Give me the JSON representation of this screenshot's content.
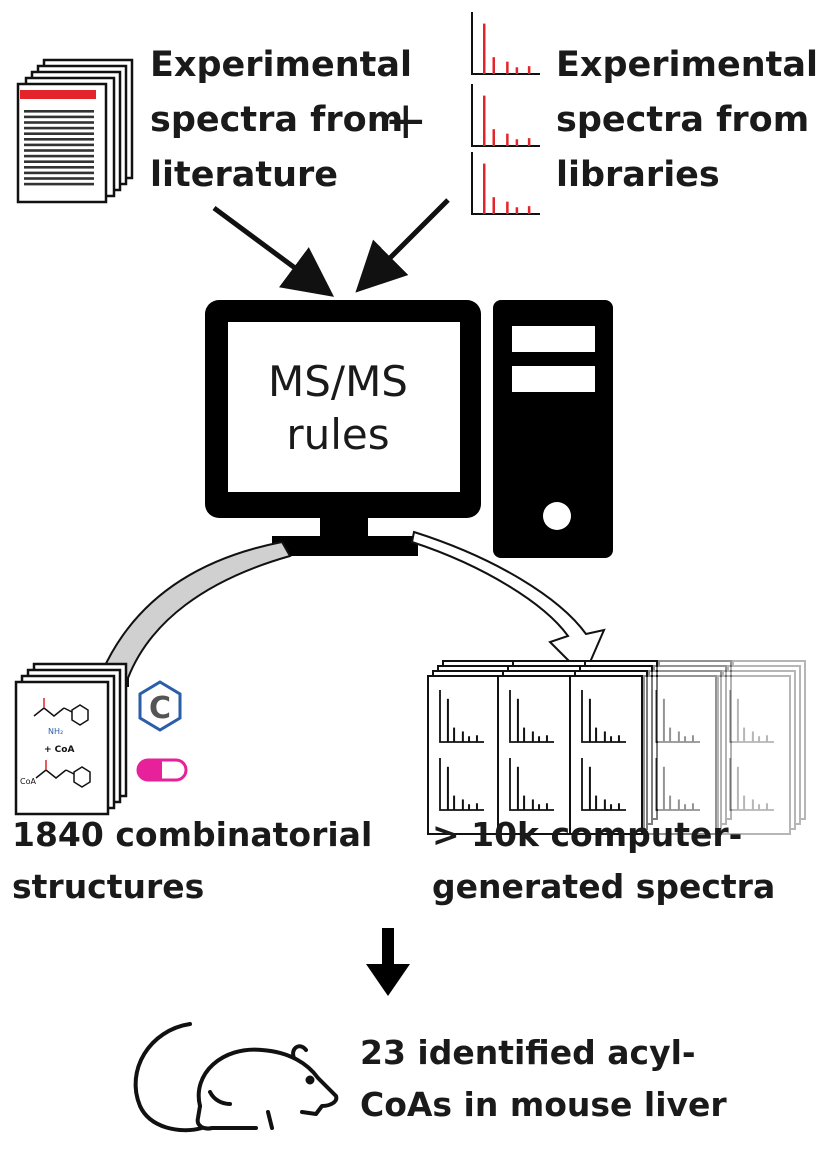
{
  "labels": {
    "literature": [
      "Experimental",
      "spectra from",
      "literature"
    ],
    "libraries": [
      "Experimental",
      "spectra from",
      "libraries"
    ],
    "plus": "+",
    "screen": [
      "MS/MS",
      "rules"
    ],
    "structures": [
      "1840 combinatorial",
      "structures"
    ],
    "spectra": [
      "> 10k computer-",
      "generated spectra"
    ],
    "result": [
      "23 identified acyl-",
      "CoAs in mouse liver"
    ],
    "structure_tag": "+ CoA",
    "structure_group_top": "NH₂",
    "structure_group_bottom": "CoA",
    "hex_letter": "C"
  },
  "colors": {
    "ink": "#111111",
    "spectrum_red": "#e3242b",
    "arrow_gray": "#cfcfcf",
    "hex_blue": "#2a5ea8",
    "pill_magenta": "#e6219a"
  },
  "icons": [
    "document-stack-icon",
    "spectrum-icon",
    "monitor-icon",
    "computer-tower-icon",
    "structure-stack-icon",
    "hexagon-c-icon",
    "capsule-icon",
    "spectra-grid-icon",
    "mouse-icon"
  ]
}
